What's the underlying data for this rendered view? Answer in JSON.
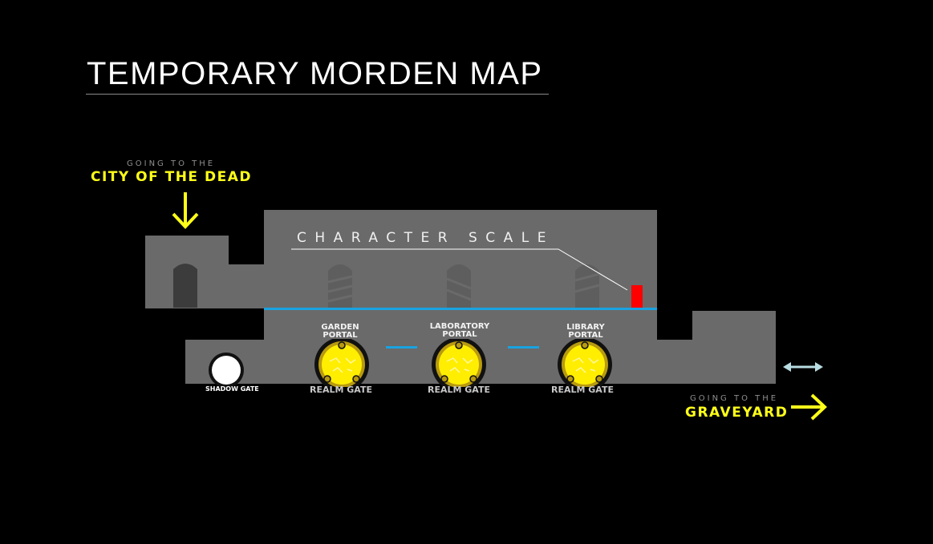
{
  "map_title": "TEMPORARY MORDEN MAP",
  "exit_top_left": {
    "prefix": "GOING TO THE",
    "destination": "CITY OF THE DEAD"
  },
  "exit_bottom_right": {
    "prefix": "GOING TO THE",
    "destination": "GRAVEYARD"
  },
  "character_scale_label": "CHARACTER SCALE",
  "portals": [
    {
      "line1": "GARDEN",
      "line2": "PORTAL",
      "gate_label": "REALM GATE"
    },
    {
      "line1": "LABORATORY",
      "line2": "PORTAL",
      "gate_label": "REALM GATE"
    },
    {
      "line1": "LIBRARY",
      "line2": "PORTAL",
      "gate_label": "REALM GATE"
    }
  ],
  "shadow_gate_label": "SHADOW GATE",
  "colors": {
    "background": "#000000",
    "terrain": "#6a6a6a",
    "accent_yellow": "#ffff1a",
    "platform_blue": "#1aa3e0",
    "character_marker": "#ff0000",
    "portal_yellow": "#ffee00"
  },
  "icons": {
    "exit_top_left": "arrow-down-icon",
    "exit_bottom_right": "arrow-right-icon",
    "passage": "double-arrow-horizontal-icon"
  }
}
